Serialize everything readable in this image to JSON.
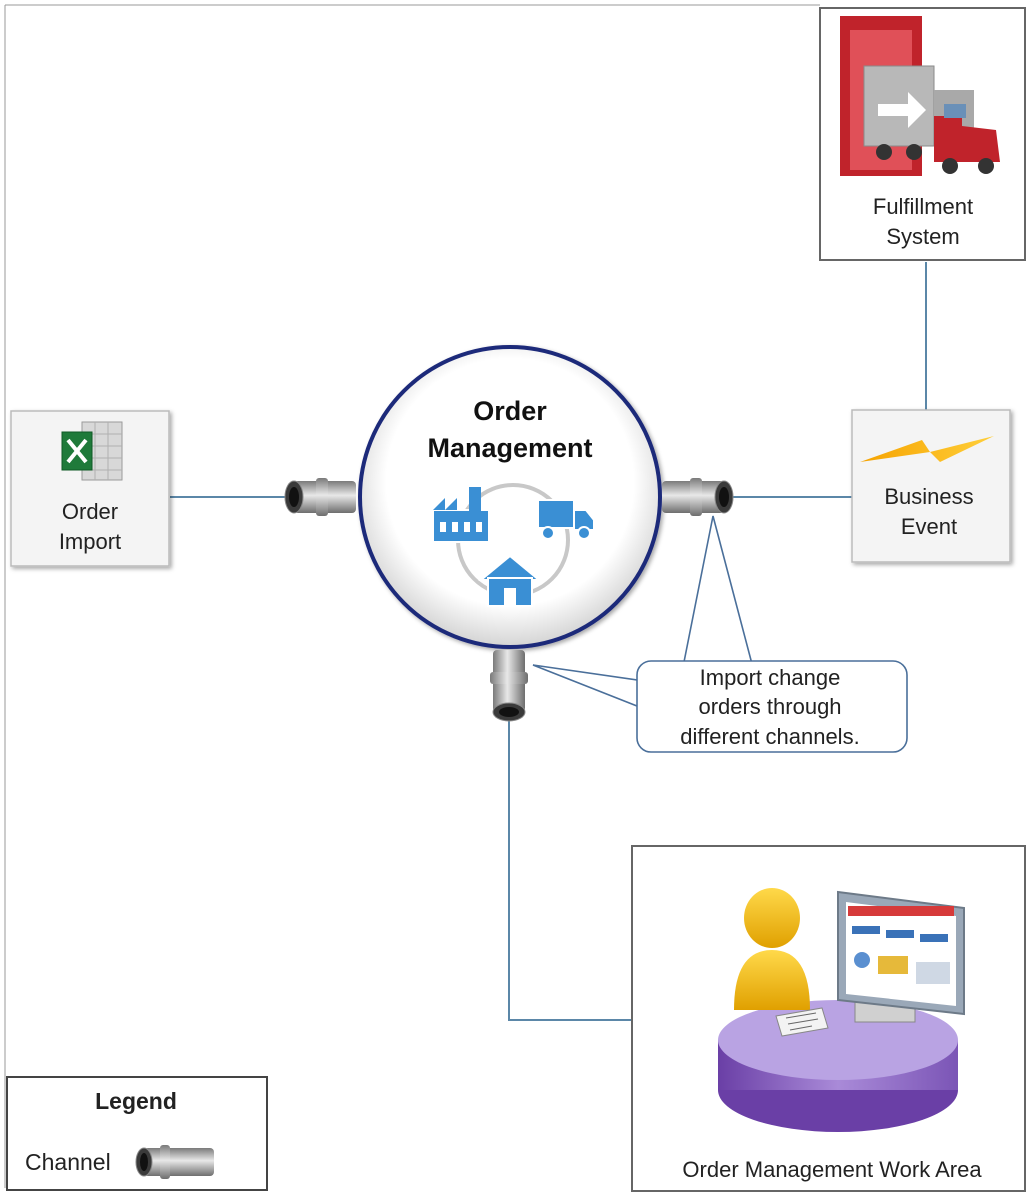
{
  "central": {
    "title_line1": "Order",
    "title_line2": "Management"
  },
  "order_import": {
    "line1": "Order",
    "line2": "Import"
  },
  "business_event": {
    "line1": "Business",
    "line2": "Event"
  },
  "fulfillment": {
    "line1": "Fulfillment",
    "line2": "System"
  },
  "callout": {
    "line1": "Import change",
    "line2": "orders through",
    "line3": "different channels."
  },
  "work_area": {
    "label": "Order Management Work Area"
  },
  "legend": {
    "title": "Legend",
    "item": "Channel"
  },
  "colors": {
    "circle_border": "#1f2a7a",
    "icon_blue": "#3a8fd4",
    "line": "#5b87a8",
    "person": "#f2b800",
    "desk": "#9070c8",
    "truck_red": "#c0232b"
  }
}
